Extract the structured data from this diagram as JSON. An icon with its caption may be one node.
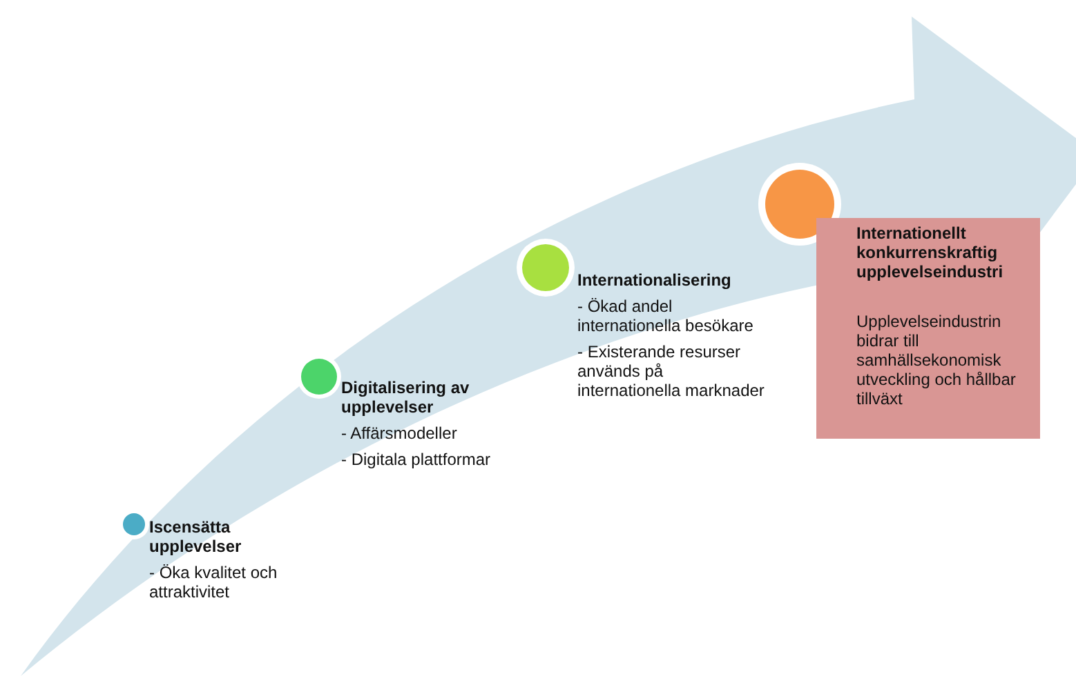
{
  "diagram": {
    "nodes": [
      {
        "text": [
          "Iscensätta upplevelser",
          "- Öka kvalitet och attraktivitet"
        ]
      },
      {
        "text": [
          "Digitalisering av upplevelser",
          "- Affärsmodeller",
          "- Digitala plattformar"
        ]
      },
      {
        "text": [
          "Internationalisering",
          "- Ökad andel internationella besökare",
          "- Existerande resurser används på internationella marknader"
        ]
      },
      {
        "text": [
          "Internationellt konkurrenskraftig upplevelseindustri",
          "Upplevelseindustrin bidrar till samhällsekonomisk utveckling och hållbar tillväxt"
        ]
      }
    ]
  }
}
